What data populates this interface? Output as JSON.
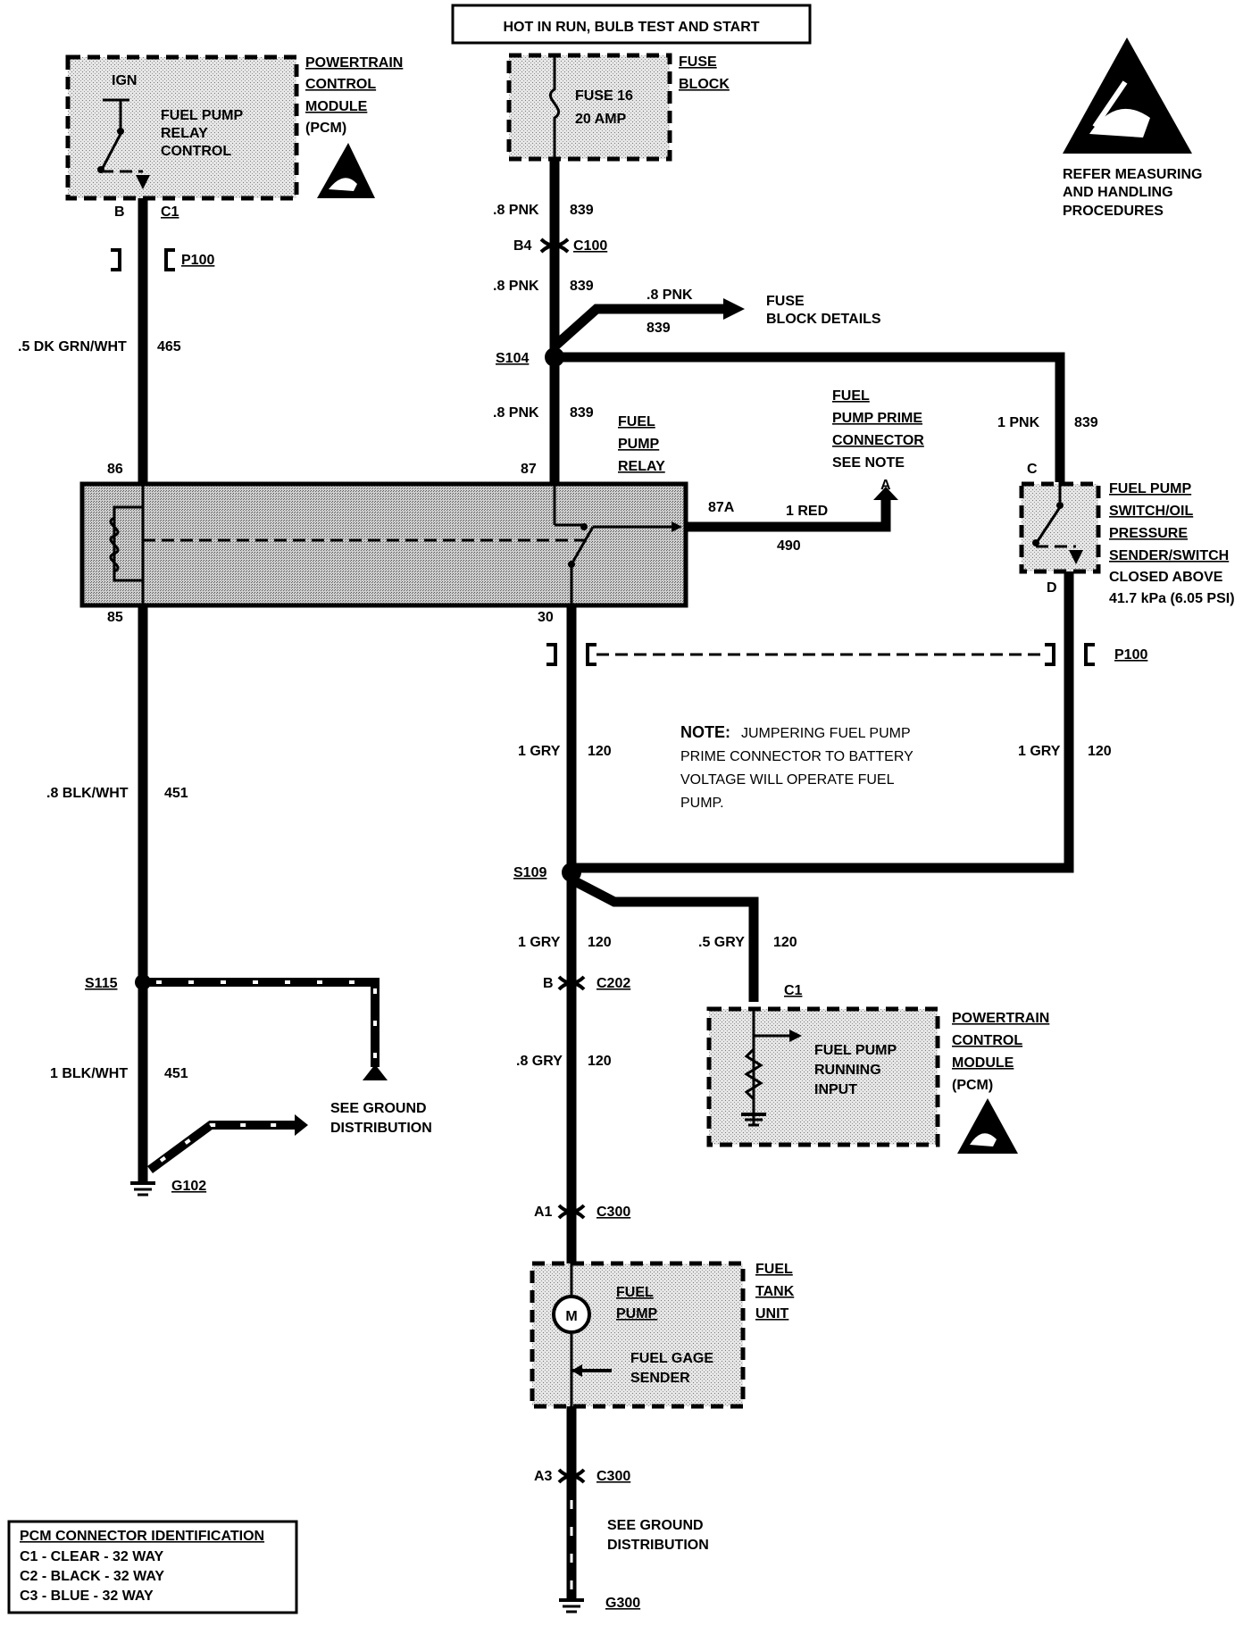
{
  "header": {
    "power_source": "HOT IN RUN, BULB TEST AND START"
  },
  "pcm_top": {
    "name_lines": [
      "POWERTRAIN",
      "CONTROL",
      "MODULE",
      "(PCM)"
    ],
    "ign": "IGN",
    "inner_lines": [
      "FUEL PUMP",
      "RELAY",
      "CONTROL"
    ],
    "pin": "B",
    "connector": "C1"
  },
  "fuse": {
    "block_lines": [
      "FUSE",
      "BLOCK"
    ],
    "name": "FUSE 16",
    "rating": "20 AMP"
  },
  "esd_note": {
    "lines": [
      "REFER MEASURING",
      "AND HANDLING",
      "PROCEDURES"
    ]
  },
  "wires": {
    "pnk_839_a": {
      "gauge": ".8 PNK",
      "circuit": "839"
    },
    "c100": {
      "pin": "B4",
      "connector": "C100"
    },
    "pnk_839_b": {
      "gauge": ".8 PNK",
      "circuit": "839"
    },
    "fuse_details": {
      "gauge": ".8 PNK",
      "circuit": "839",
      "dest_lines": [
        "FUSE",
        "BLOCK DETAILS"
      ]
    },
    "s104": "S104",
    "pnk_839_c": {
      "gauge": ".8 PNK",
      "circuit": "839"
    },
    "pnk_839_d": {
      "gauge": "1 PNK",
      "circuit": "839"
    },
    "grn_465": {
      "gauge": ".5 DK GRN/WHT",
      "circuit": "465"
    },
    "p100_top": "P100",
    "red_490": {
      "pin": "87A",
      "gauge": "1 RED",
      "circuit": "490"
    },
    "blk_451_a": {
      "gauge": ".8 BLK/WHT",
      "circuit": "451"
    },
    "gry_120_a": {
      "gauge": "1 GRY",
      "circuit": "120"
    },
    "gry_120_b": {
      "gauge": "1 GRY",
      "circuit": "120"
    },
    "p100_mid": "P100",
    "s109": "S109",
    "gry_120_c": {
      "gauge": "1 GRY",
      "circuit": "120"
    },
    "gry_120_d": {
      "gauge": ".5 GRY",
      "circuit": "120"
    },
    "c202": {
      "pin": "B",
      "connector": "C202"
    },
    "gry_120_e": {
      "gauge": ".8 GRY",
      "circuit": "120"
    },
    "s115": "S115",
    "blk_451_b": {
      "gauge": "1 BLK/WHT",
      "circuit": "451"
    },
    "g102": "G102",
    "ground_left_lines": [
      "SEE GROUND",
      "DISTRIBUTION"
    ],
    "c300_a": {
      "pin": "A1",
      "connector": "C300"
    },
    "c300_b": {
      "pin": "A3",
      "connector": "C300"
    },
    "ground_bottom_lines": [
      "SEE GROUND",
      "DISTRIBUTION"
    ],
    "g300": "G300"
  },
  "relay": {
    "name_lines": [
      "FUEL",
      "PUMP",
      "RELAY"
    ],
    "pin_86": "86",
    "pin_87": "87",
    "pin_85": "85",
    "pin_30": "30"
  },
  "prime_connector": {
    "lines": [
      "FUEL",
      "PUMP PRIME",
      "CONNECTOR",
      "SEE NOTE"
    ],
    "pin": "A"
  },
  "oil_switch": {
    "pin_c": "C",
    "pin_d": "D",
    "name_lines": [
      "FUEL PUMP",
      "SWITCH/OIL",
      "PRESSURE",
      "SENDER/SWITCH"
    ],
    "spec_lines": [
      "CLOSED ABOVE",
      "41.7 kPa (6.05 PSI)"
    ]
  },
  "note": {
    "label": "NOTE:",
    "first": "JUMPERING FUEL PUMP",
    "lines": [
      "PRIME CONNECTOR TO BATTERY",
      "VOLTAGE WILL OPERATE FUEL",
      "PUMP."
    ]
  },
  "pcm_bottom": {
    "connector": "C1",
    "name_lines": [
      "POWERTRAIN",
      "CONTROL",
      "MODULE",
      "(PCM)"
    ],
    "inner_lines": [
      "FUEL PUMP",
      "RUNNING",
      "INPUT"
    ]
  },
  "tank": {
    "name_lines": [
      "FUEL",
      "TANK",
      "UNIT"
    ],
    "motor": "M",
    "pump_lines": [
      "FUEL",
      "PUMP"
    ],
    "gage_lines": [
      "FUEL GAGE",
      "SENDER"
    ]
  },
  "legend": {
    "title": "PCM CONNECTOR IDENTIFICATION",
    "rows": [
      "C1 - CLEAR - 32 WAY",
      "C2 - BLACK - 32 WAY",
      "C3 - BLUE - 32 WAY"
    ]
  }
}
